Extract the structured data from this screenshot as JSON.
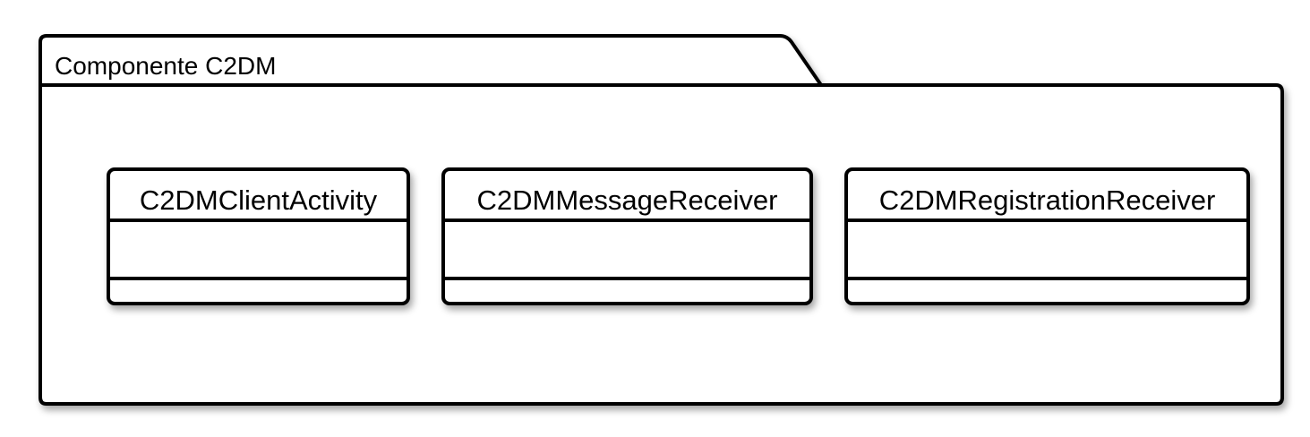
{
  "package": {
    "title": "Componente C2DM"
  },
  "classes": [
    {
      "name": "C2DMClientActivity"
    },
    {
      "name": "C2DMMessageReceiver"
    },
    {
      "name": "C2DMRegistrationReceiver"
    }
  ],
  "colors": {
    "stroke": "#000000",
    "fill": "#ffffff",
    "shadow": "#000000"
  }
}
